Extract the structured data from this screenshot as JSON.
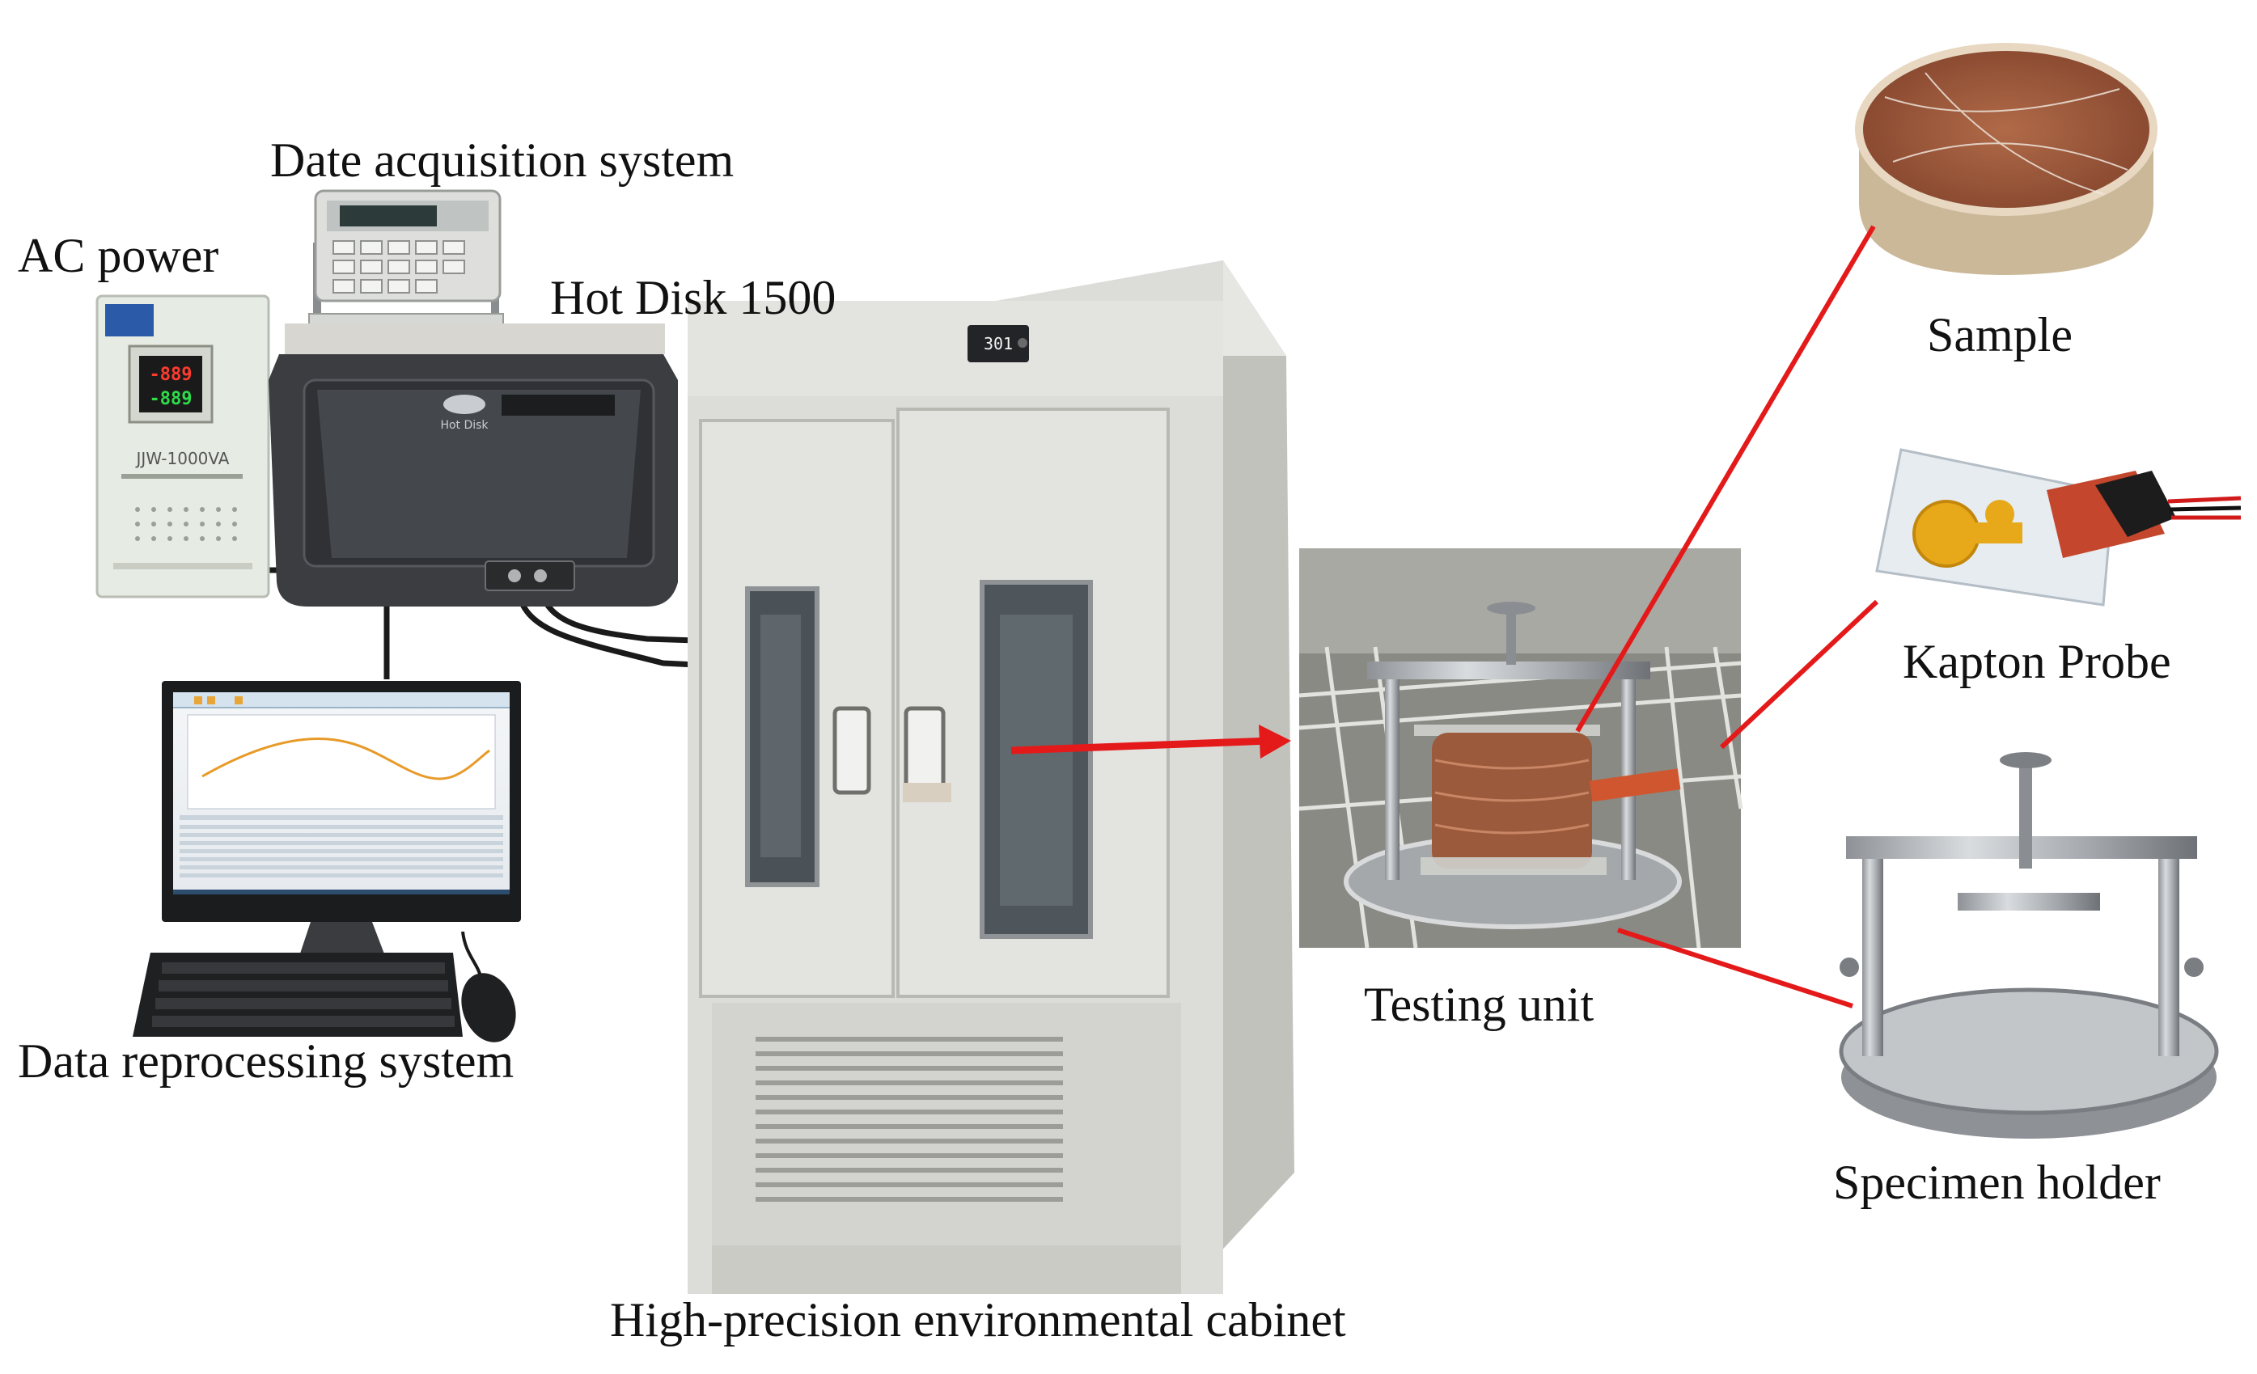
{
  "labels": {
    "date_acquisition": "Date acquisition system",
    "ac_power": "AC power",
    "hot_disk": "Hot Disk 1500",
    "data_reprocessing": "Data reprocessing system",
    "cabinet": "High-precision environmental cabinet",
    "testing_unit": "Testing unit",
    "sample": "Sample",
    "kapton_probe": "Kapton Probe",
    "specimen_holder": "Specimen holder"
  },
  "device_text": {
    "stabilizer_model": "JJW-1000VA",
    "stabilizer_display": "-889",
    "stabilizer_display_2": "-889",
    "hotdisk_logo": "Hot Disk",
    "cabinet_display": "301"
  },
  "colors": {
    "connector_arrow": "#e41a1a",
    "cable": "#1a1a1a",
    "cabinet_body": "#d9d9d6",
    "cabinet_door": "#e3e3e0",
    "hotdisk_body": "#3b3d40",
    "power_box": "#e6ebe3",
    "sample_core": "#a05a3c",
    "kapton_probe": "#e7a91a"
  }
}
